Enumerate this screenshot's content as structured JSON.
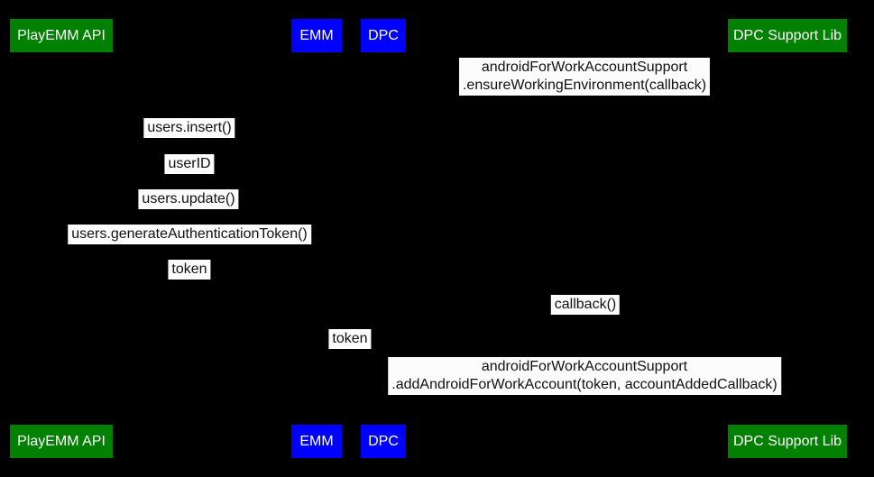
{
  "diagram_type": "sequence-diagram",
  "colors": {
    "background": "#000000",
    "actor_green": "#018001",
    "actor_blue": "#0000fe",
    "actor_text": "#ffffff",
    "label_background": "#fcfcfc",
    "label_text": "#111111"
  },
  "actors": [
    {
      "label": "PlayEMM API",
      "color": "#018001"
    },
    {
      "label": "EMM",
      "color": "#0000fe"
    },
    {
      "label": "DPC",
      "color": "#0000fe"
    },
    {
      "label": "DPC Support Lib",
      "color": "#018001"
    }
  ],
  "messages": [
    {
      "line1": "androidForWorkAccountSupport",
      "line2": ".ensureWorkingEnvironment(callback)"
    },
    {
      "text": "users.insert()"
    },
    {
      "text": "userID"
    },
    {
      "text": "users.update()"
    },
    {
      "text": "users.generateAuthenticationToken()"
    },
    {
      "text": "token"
    },
    {
      "text": "callback()"
    },
    {
      "text": "token"
    },
    {
      "line1": "androidForWorkAccountSupport",
      "line2": ".addAndroidForWorkAccount(token, accountAddedCallback)"
    }
  ]
}
